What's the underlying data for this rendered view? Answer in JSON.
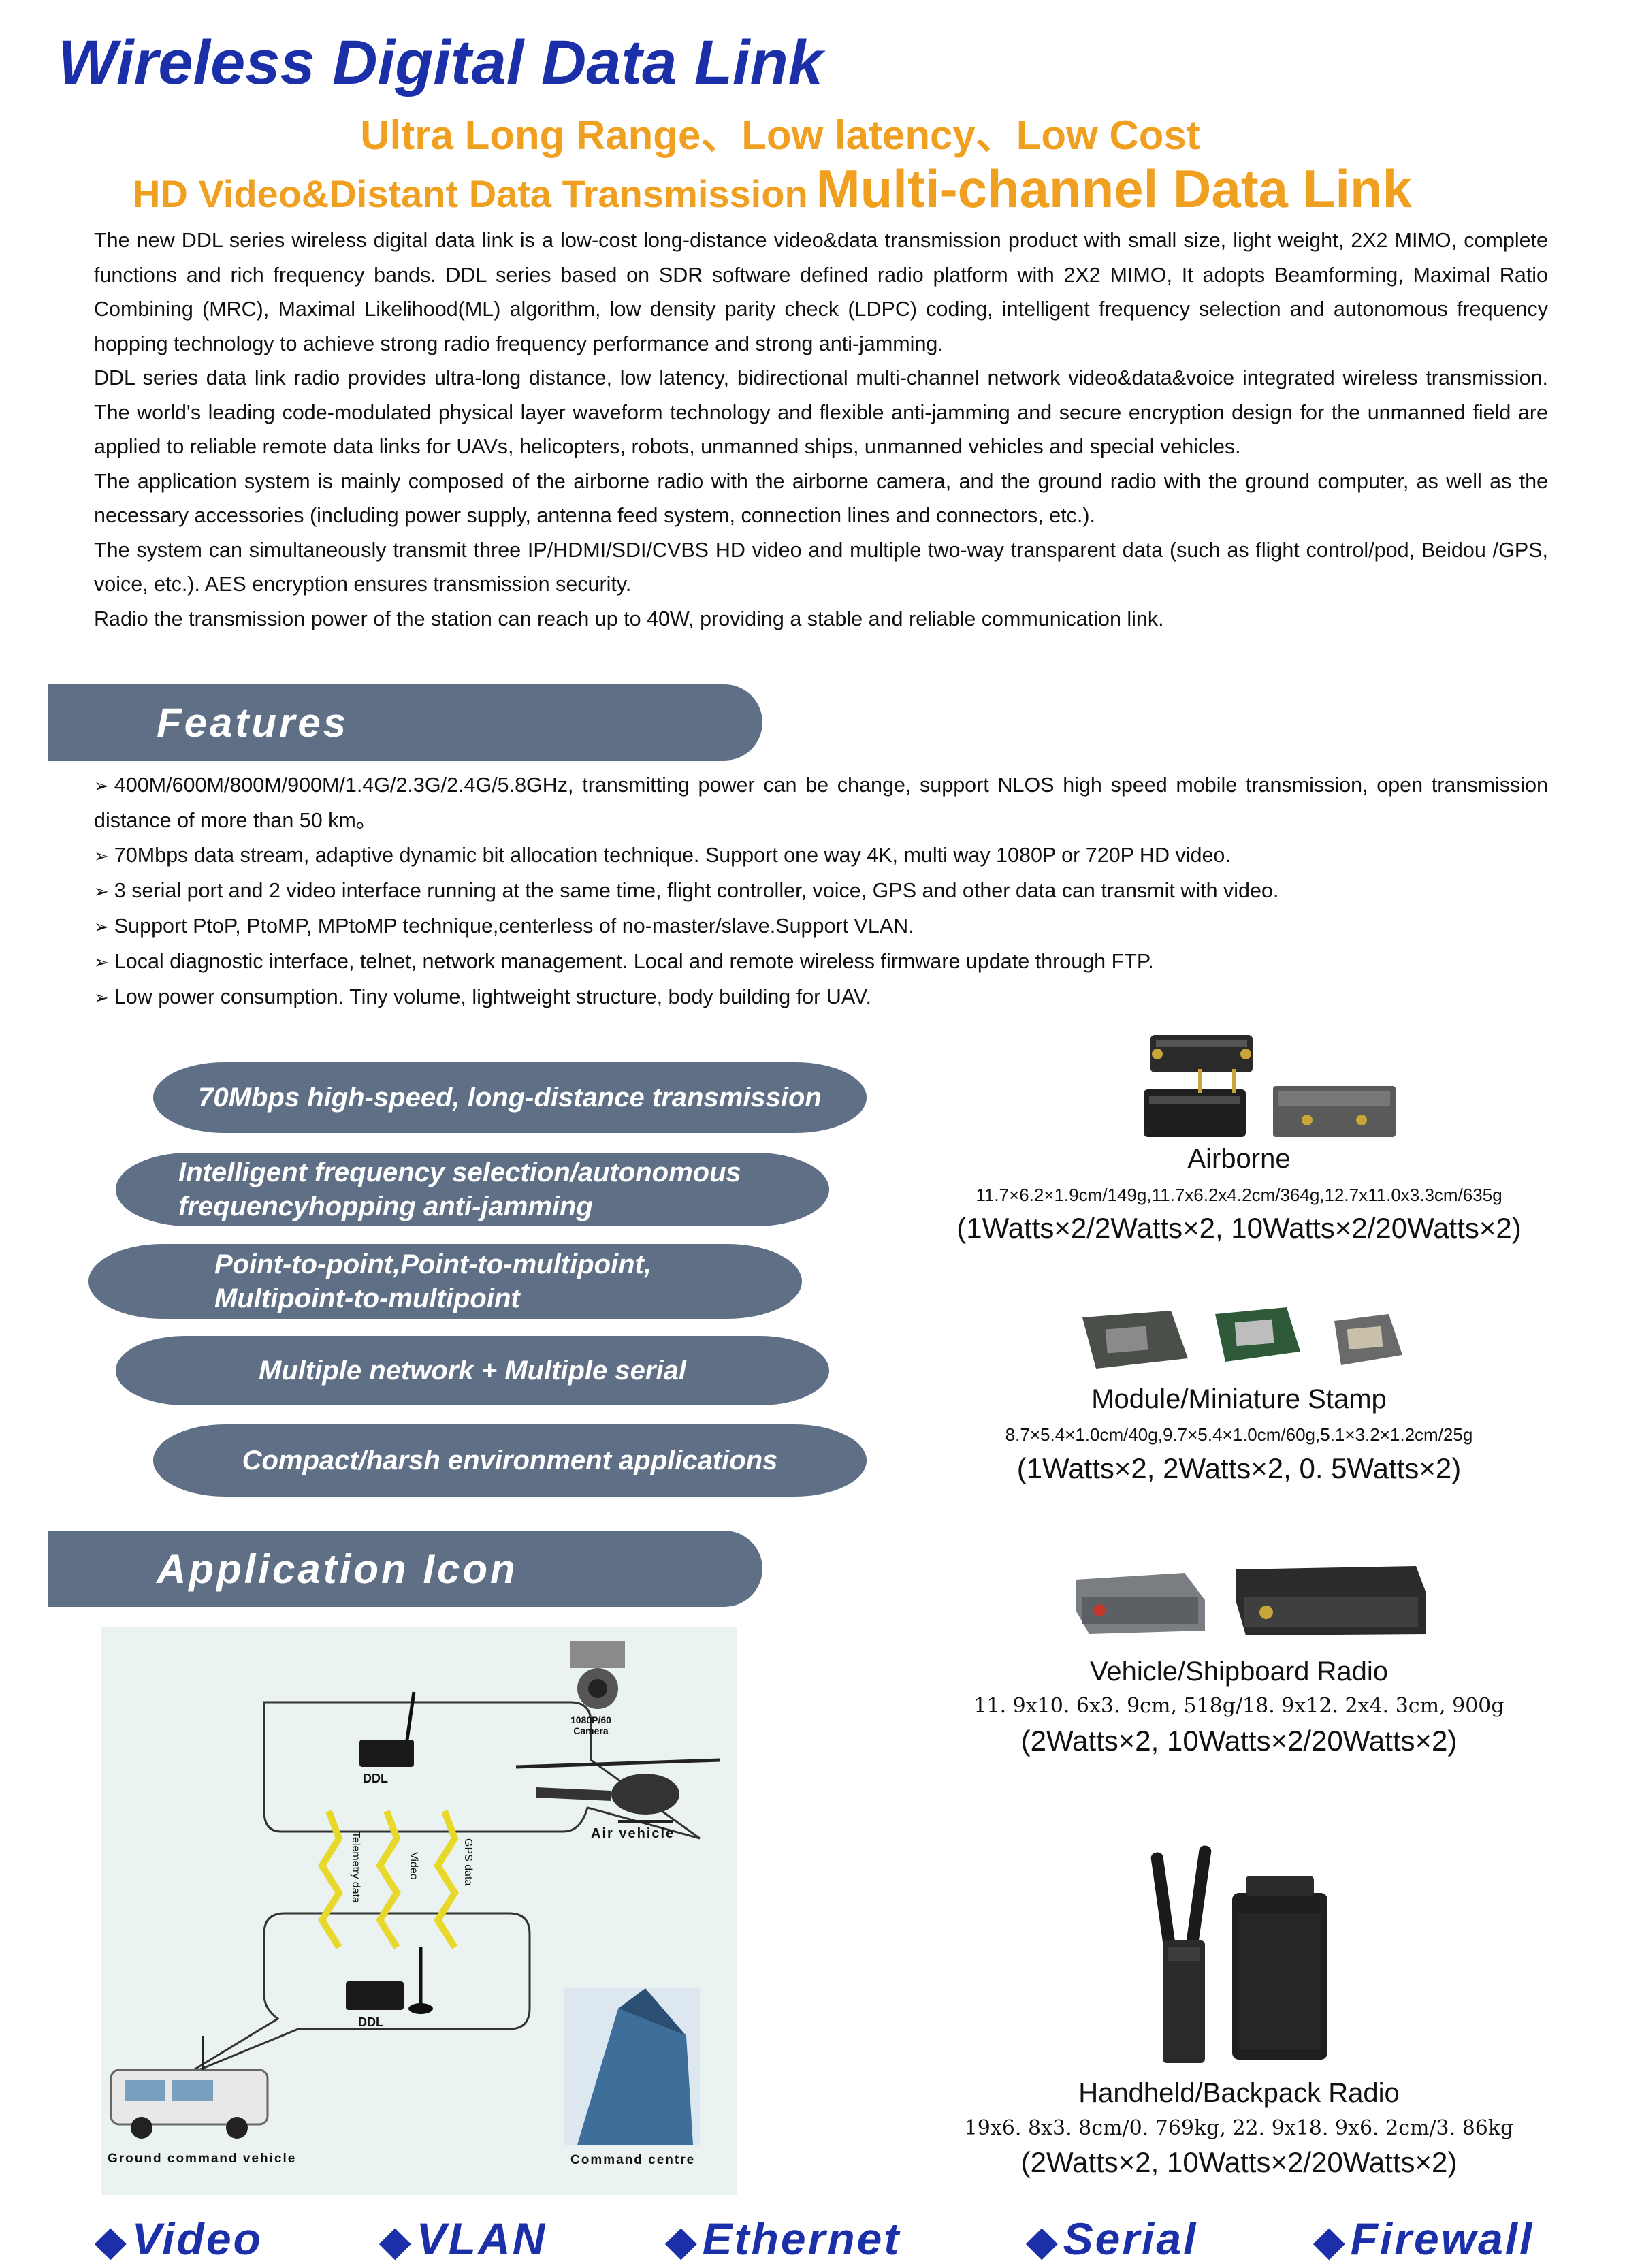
{
  "header": {
    "title": "Wireless Digital Data Link",
    "subtitle_1": "Ultra Long Range、Low latency、Low Cost",
    "subtitle_2_a": "HD Video&Distant Data Transmission",
    "subtitle_2_b": "Multi-channel Data Link"
  },
  "intro": {
    "paragraphs": [
      "The new DDL series wireless digital data link is a low-cost long-distance video&data transmission product with small size, light weight, 2X2 MIMO, complete functions and rich frequency bands. DDL series based on SDR software defined radio platform with 2X2 MIMO, It adopts Beamforming, Maximal Ratio Combining (MRC), Maximal Likelihood(ML) algorithm, low density parity check (LDPC) coding, intelligent frequency selection and autonomous frequency hopping technology to achieve strong radio frequency performance and strong anti-jamming.",
      "DDL series data link radio provides ultra-long distance, low latency, bidirectional multi-channel network video&data&voice integrated wireless transmission. The world's leading code-modulated physical layer waveform technology and flexible anti-jamming and secure encryption design for the unmanned field are applied to reliable remote data links for UAVs, helicopters, robots, unmanned ships, unmanned vehicles and special vehicles.",
      "The application system is mainly composed of the airborne radio with the airborne camera, and the ground radio with the ground computer, as well as the necessary accessories (including power supply, antenna feed system, connection lines and connectors, etc.).",
      "The system can simultaneously transmit three IP/HDMI/SDI/CVBS HD video and multiple two-way transparent data (such as flight control/pod, Beidou /GPS, voice, etc.). AES encryption ensures transmission security.",
      "Radio the transmission power of the station can reach up to 40W, providing a stable and reliable communication link."
    ]
  },
  "features": {
    "heading": "Features",
    "items": [
      "400M/600M/800M/900M/1.4G/2.3G/2.4G/5.8GHz, transmitting power can be change, support NLOS high speed  mobile transmission, open transmission distance of more than 50 km。",
      "70Mbps data stream, adaptive dynamic bit allocation technique. Support one way 4K, multi way 1080P or 720P HD video.",
      "3 serial port and 2 video interface running at the same time, flight controller, voice, GPS and other data can transmit with video.",
      "Support PtoP, PtoMP, MPtoMP technique,centerless of no-master/slave.Support VLAN.",
      "Local diagnostic interface, telnet, network management. Local and remote wireless firmware update through FTP.",
      "Low power consumption. Tiny volume, lightweight structure, body building for UAV."
    ]
  },
  "highlights": {
    "pill_1": "70Mbps high-speed, long-distance transmission",
    "pill_2_line1": "Intelligent frequency selection/autonomous",
    "pill_2_line2": "frequencyhopping anti-jamming",
    "pill_3_line1": "Point-to-point,Point-to-multipoint,",
    "pill_3_line2": "Multipoint-to-multipoint",
    "pill_4": "Multiple network  + Multiple serial",
    "pill_5": "Compact/harsh environment applications"
  },
  "products": [
    {
      "name": "Airborne",
      "spec": "11.7×6.2×1.9cm/149g,11.7x6.2x4.2cm/364g,12.7x11.0x3.3cm/635g",
      "power": "(1Watts×2/2Watts×2, 10Watts×2/20Watts×2)"
    },
    {
      "name": "Module/Miniature Stamp",
      "spec": "8.7×5.4×1.0cm/40g,9.7×5.4×1.0cm/60g,5.1×3.2×1.2cm/25g",
      "power": "(1Watts×2, 2Watts×2, 0. 5Watts×2)"
    },
    {
      "name": "Vehicle/Shipboard Radio",
      "spec": "11. 9x10. 6x3. 9cm, 518g/18. 9x12. 2x4. 3cm, 900g",
      "power": "(2Watts×2, 10Watts×2/20Watts×2)"
    },
    {
      "name": "Handheld/Backpack Radio",
      "spec": "19x6. 8x3. 8cm/0. 769kg, 22. 9x18. 9x6. 2cm/3. 86kg",
      "power": "(2Watts×2, 10Watts×2/20Watts×2)"
    }
  ],
  "application": {
    "heading": "Application Icon",
    "labels": {
      "ddl_air": "DDL",
      "ddl_ground": "DDL",
      "camera_line1": "1080P/60",
      "camera_line2": "Camera",
      "air_vehicle": "Air vehicle",
      "telemetry": "Telemetry data",
      "video": "Video",
      "gps": "GPS data",
      "ground_vehicle": "Ground command vehicle",
      "command_centre": "Command centre"
    }
  },
  "keywords": [
    "Video",
    "VLAN",
    "Ethernet",
    "Serial",
    "Firewall"
  ],
  "colors": {
    "title_blue": "#1a2fa8",
    "accent_orange": "#f0a020",
    "bar_slate": "#5f6f86"
  }
}
